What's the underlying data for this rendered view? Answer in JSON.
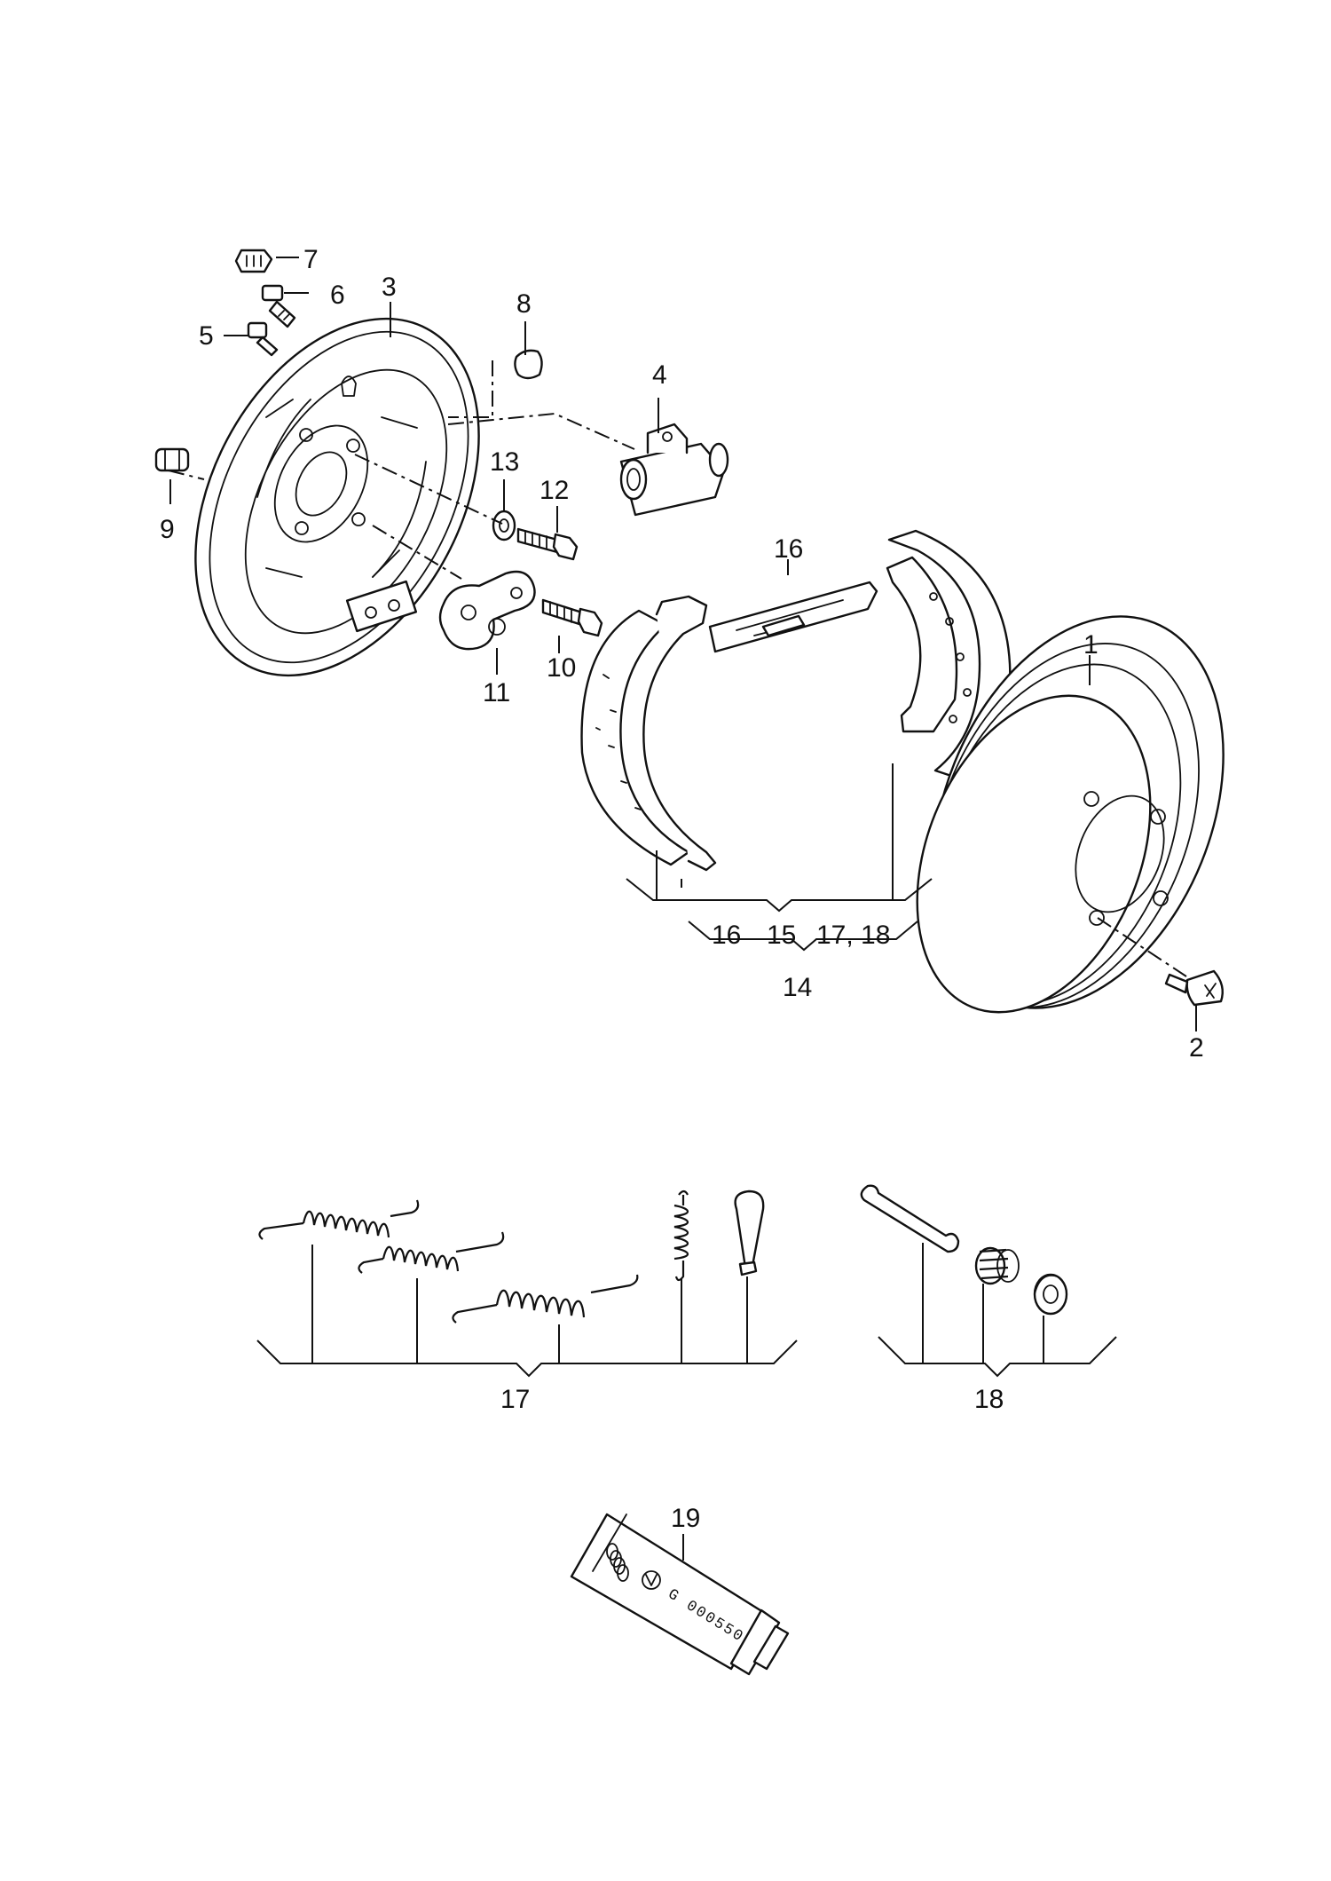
{
  "diagram": {
    "callouts": {
      "c1": "1",
      "c2": "2",
      "c3": "3",
      "c4": "4",
      "c5": "5",
      "c6": "6",
      "c7": "7",
      "c8": "8",
      "c9": "9",
      "c10": "10",
      "c11": "11",
      "c12": "12",
      "c13": "13",
      "c14": "14",
      "c16_top": "16",
      "c16_sub": "16",
      "c15_sub": "15",
      "c17_18_sub": "17, 18",
      "c17": "17",
      "c18": "18",
      "c19": "19"
    },
    "tube_marking": "G 000550",
    "colors": {
      "line": "#111111",
      "background": "#ffffff"
    }
  }
}
